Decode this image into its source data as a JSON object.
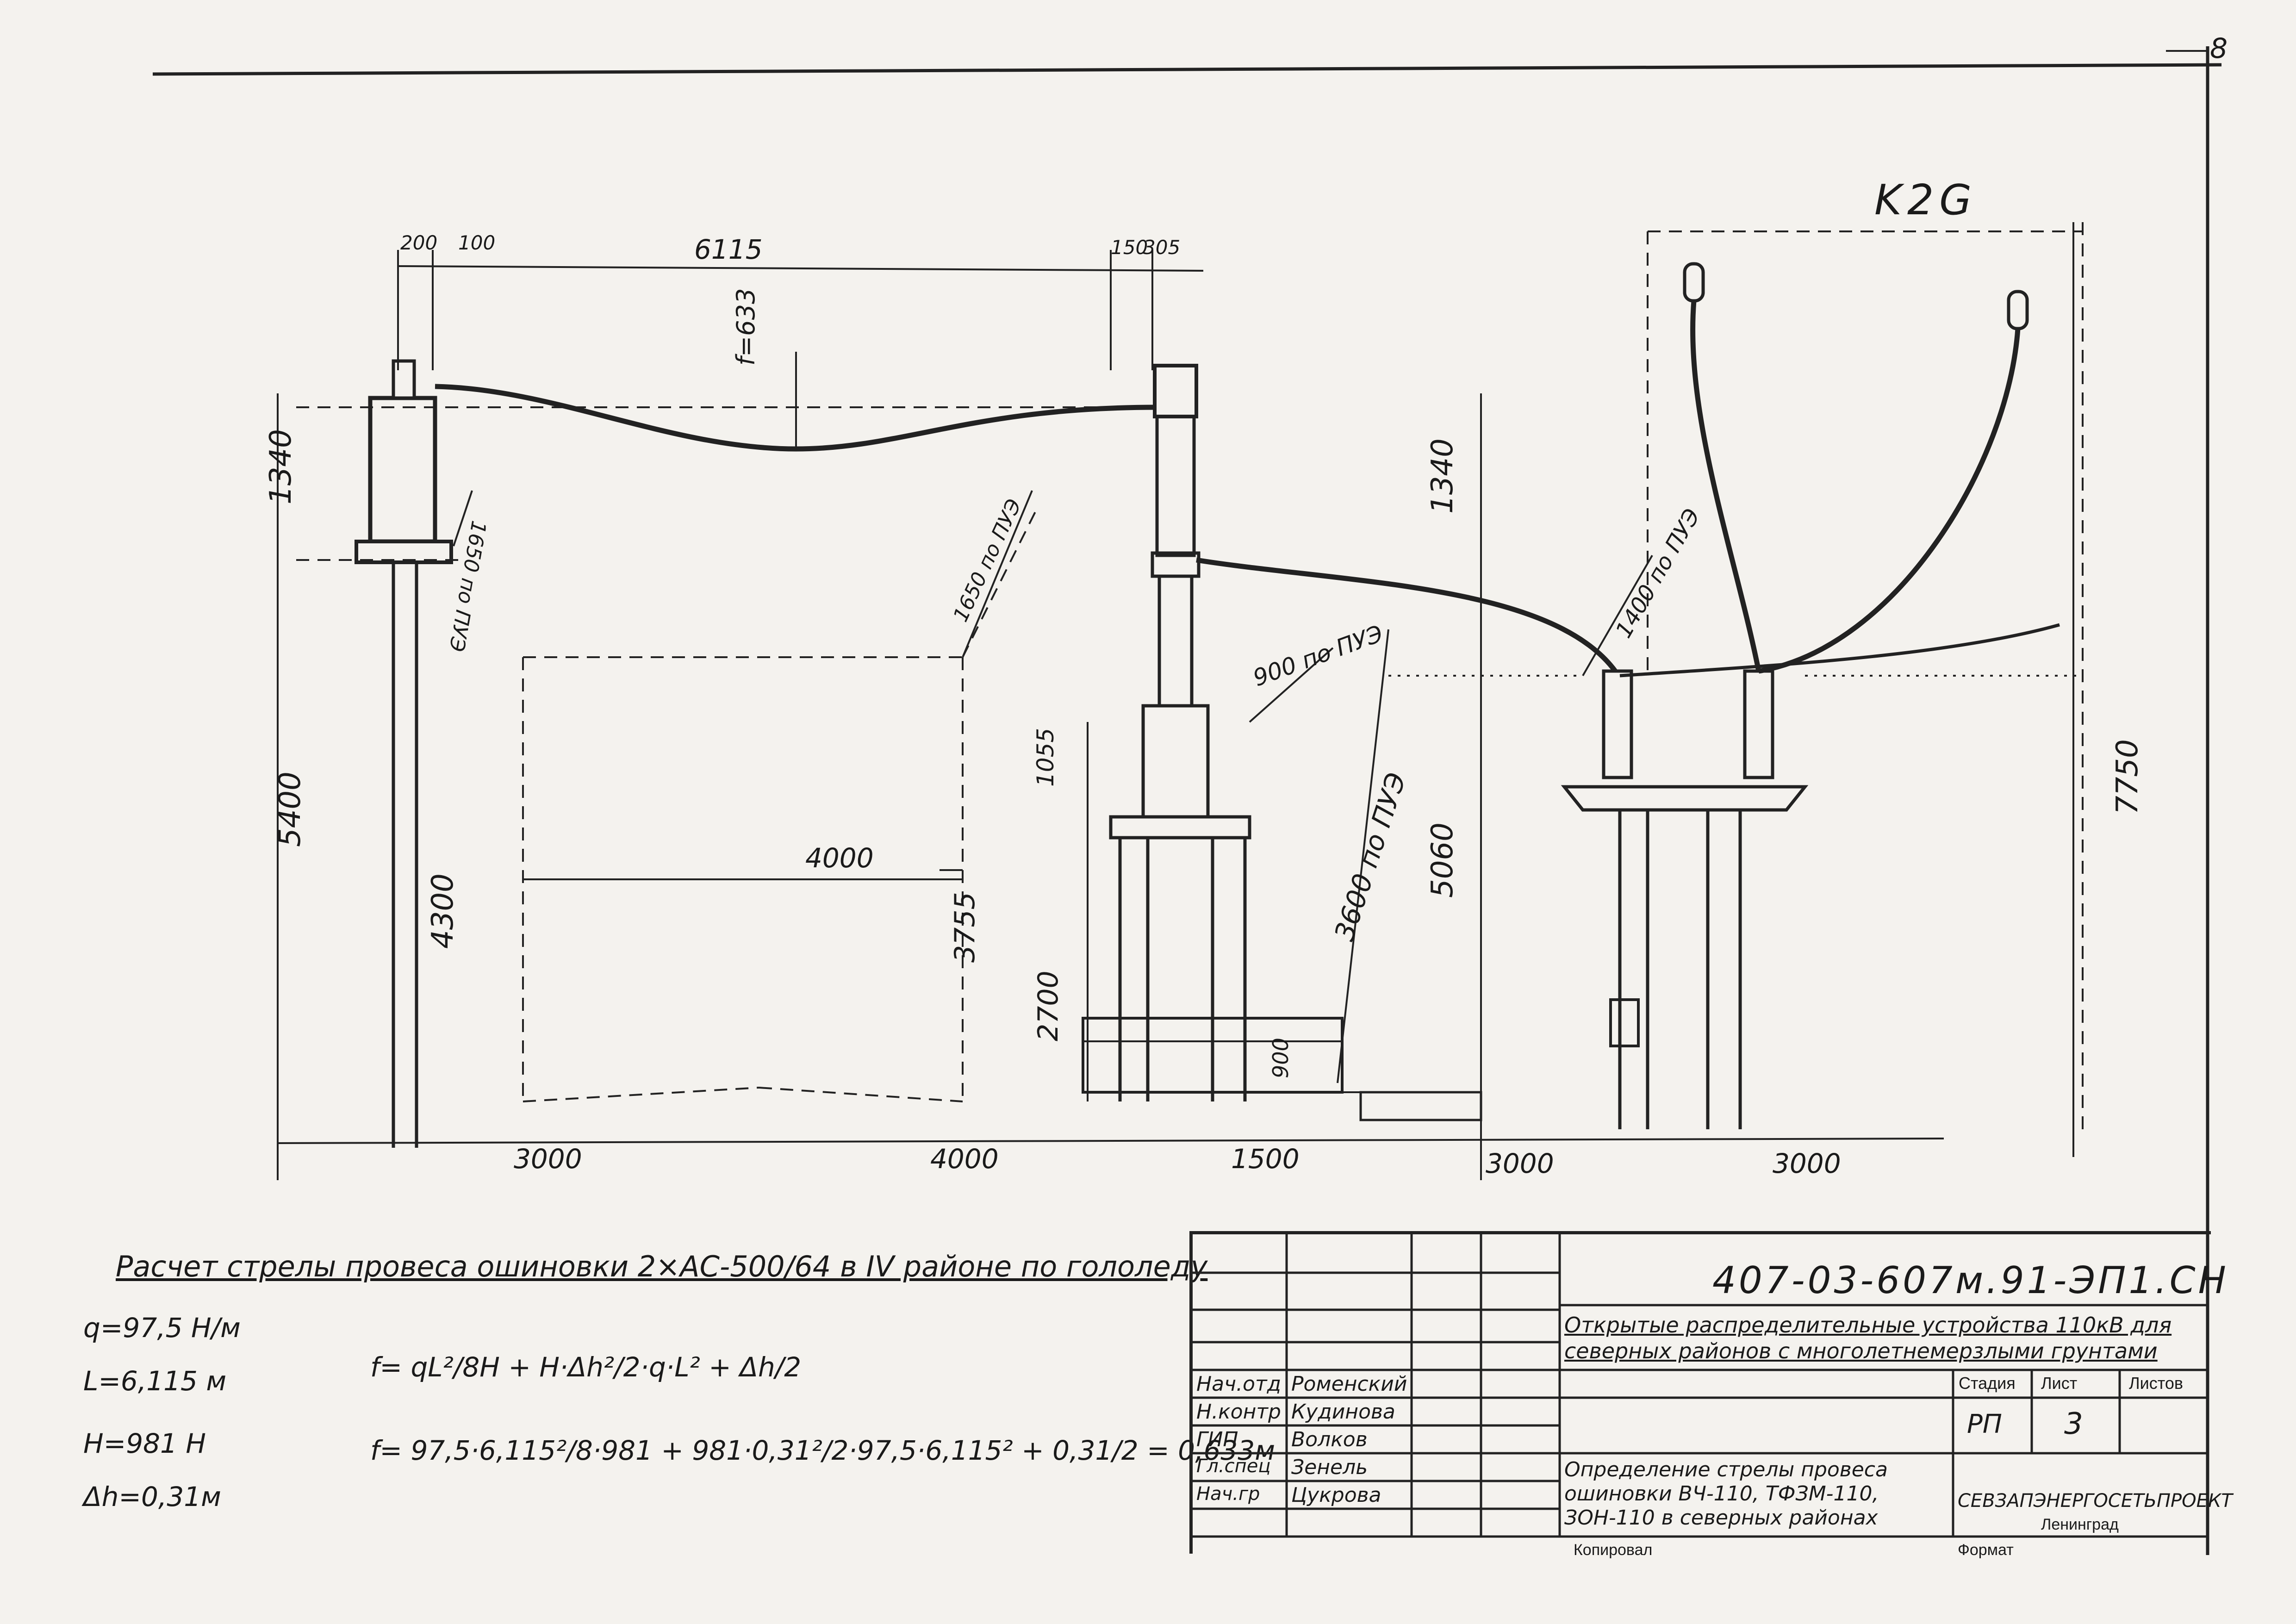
{
  "sheet_number": "8",
  "title_label": "K2G",
  "dimensions": {
    "d200": "200",
    "d100": "100",
    "d6115": "6115",
    "d150": "150",
    "d305": "305",
    "sag": "f=633",
    "d1340_left": "1340",
    "d1650_left": "1650 по ПУЭ",
    "d1340_mid": "1340",
    "d1650_mid": "1650 по ПУЭ",
    "d900_top": "900 по ПУЭ",
    "d1400": "1400 по ПУЭ",
    "d3600": "3600 по ПУЭ",
    "d5400": "5400",
    "d4300": "4300",
    "d4000_inner": "4000",
    "d3755": "3755",
    "d1055": "1055",
    "d2700": "2700",
    "d900_low": "900",
    "d5060": "5060",
    "d7750": "7750",
    "b3000_1": "3000",
    "b4000": "4000",
    "b1500": "1500",
    "b3000_2": "3000",
    "b3000_3": "3000"
  },
  "calc": {
    "heading": "Расчет стрелы провеса ошиновки 2×АС-500/64 в IV районе по гололеду",
    "q": "q=97,5 Н/м",
    "l": "L=6,115 м",
    "h": "H=981 Н",
    "dh": "Δh=0,31м",
    "formula1": "f= qL²/8H + H·Δh²/2·q·L² + Δh/2",
    "formula2": "f= 97,5·6,115²/8·981 + 981·0,31²/2·97,5·6,115² + 0,31/2 = 0,633м"
  },
  "stamp": {
    "code": "407-03-607м.91-ЭП1.СН",
    "description": "Открытые распределительные устройства 110кВ для северных районов с многолетнемерзлыми грунтами",
    "rows": [
      {
        "role": "Нач.отд",
        "name": "Роменский"
      },
      {
        "role": "Н.контр",
        "name": "Кудинова"
      },
      {
        "role": "ГИП",
        "name": "Волков"
      },
      {
        "role": "Гл.спец",
        "name": "Зенель"
      },
      {
        "role": "Нач.гр",
        "name": "Цукрова"
      }
    ],
    "sheet_title": "Определение стрелы провеса ошиновки ВЧ-110, ТФЗМ-110, ЗОН-110 в северных районах",
    "headers": {
      "stage": "Стадия",
      "sheet": "Лист",
      "sheets": "Листов"
    },
    "stage": "РП",
    "sheet": "3",
    "sheets": "",
    "org": "СЕВЗАПЭНЕРГОСЕТЬПРОЕКТ",
    "city": "Ленинград",
    "copied": "Копировал",
    "format": "Формат"
  }
}
